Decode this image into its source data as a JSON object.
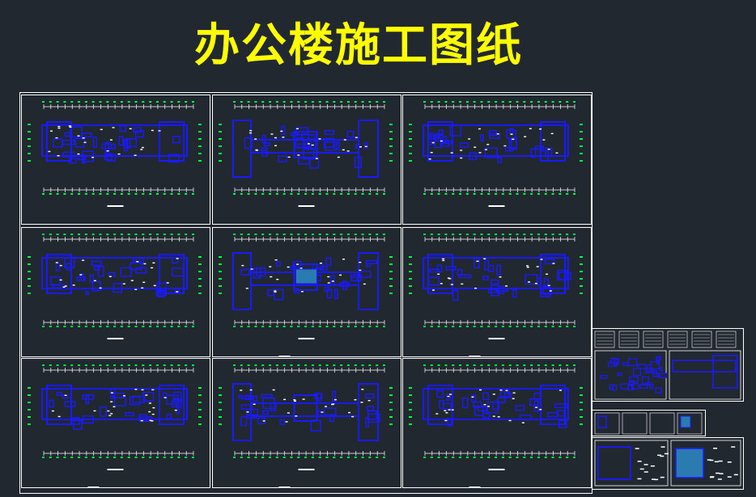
{
  "title": "办公楼施工图纸",
  "colors": {
    "background": "#212830",
    "title": "#ffff00",
    "frame": "#ffffff",
    "walls": "#1a1aff",
    "dimensions": "#00ff40",
    "text": "#ffffff"
  },
  "sheets": [
    {
      "name": "floor-plan-1"
    },
    {
      "name": "floor-plan-2"
    },
    {
      "name": "floor-plan-3"
    },
    {
      "name": "floor-plan-4"
    },
    {
      "name": "floor-plan-5"
    },
    {
      "name": "floor-plan-6"
    },
    {
      "name": "floor-plan-7"
    },
    {
      "name": "floor-plan-8"
    },
    {
      "name": "floor-plan-9"
    }
  ],
  "detail_sheets": [
    {
      "name": "detail-sheet-1"
    },
    {
      "name": "detail-sheet-2"
    },
    {
      "name": "detail-sheet-3"
    }
  ]
}
